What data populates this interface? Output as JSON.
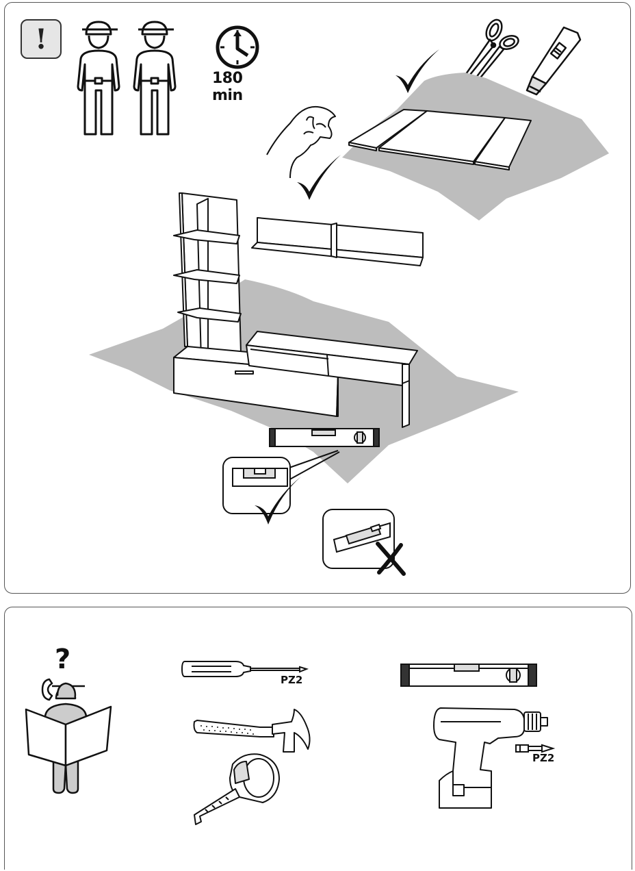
{
  "header": {
    "warning_symbol": "!",
    "people_count": 2,
    "duration_label": "180 min"
  },
  "tools": {
    "screwdriver_bit_label": "PZ2",
    "drill_bit_label": "PZ2"
  },
  "icons": [
    "warning-icon",
    "worker-icon",
    "clock-icon",
    "scissors-icon",
    "utility-knife-icon",
    "hand-icon",
    "checkmark-icon",
    "cross-icon",
    "spirit-level-icon",
    "help-person-icon",
    "phone-icon",
    "screwdriver-icon",
    "hammer-icon",
    "tape-measure-icon",
    "cordless-drill-icon"
  ],
  "colors": {
    "floor_mat": "#bdbdbd",
    "line": "#111111",
    "bubble_fill": "#dcdcdc"
  }
}
